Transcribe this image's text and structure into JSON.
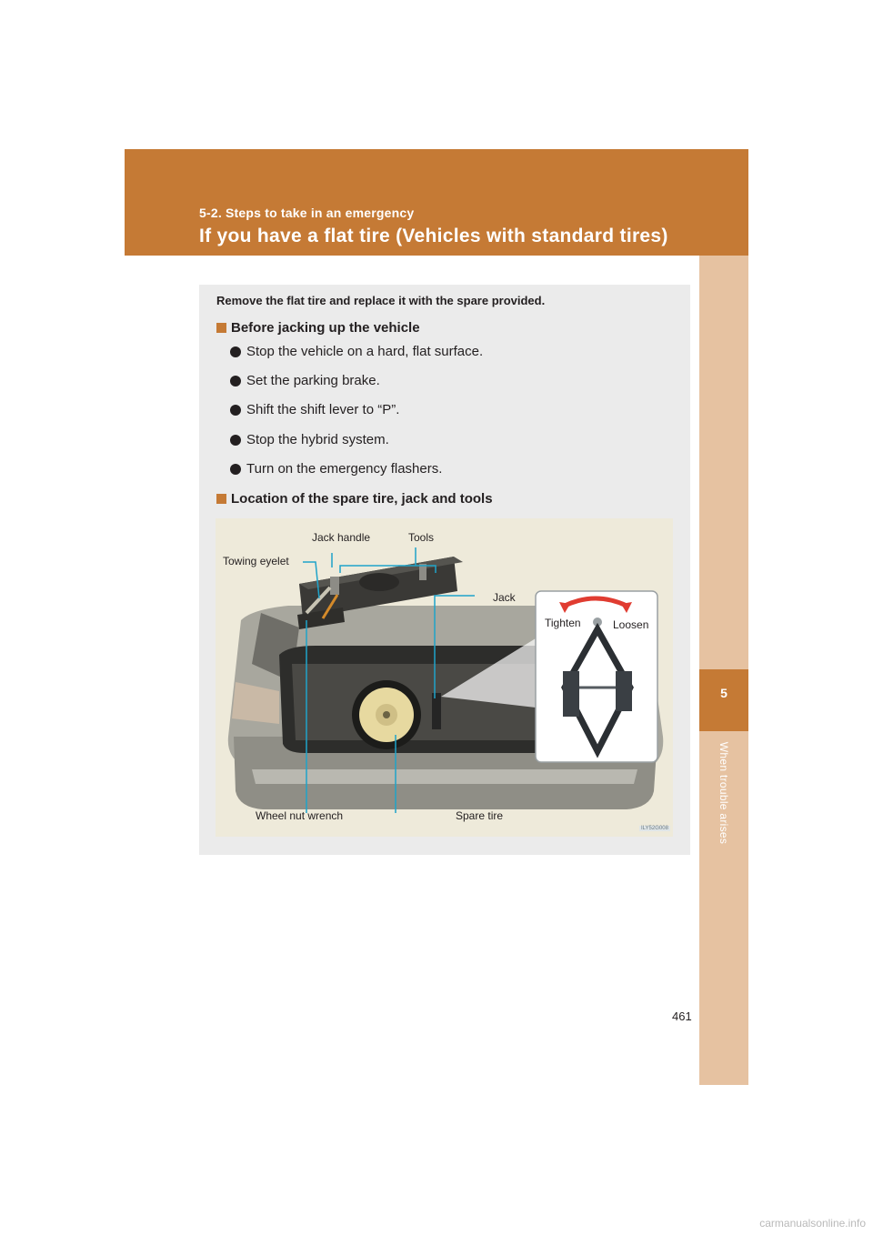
{
  "header": {
    "section": "5-2. Steps to take in an emergency",
    "title": "If you have a flat tire (Vehicles with standard tires)"
  },
  "side_tab": {
    "chapter_number": "5",
    "chapter_label": "When trouble arises"
  },
  "content": {
    "intro": "Remove the flat tire and replace it with the spare provided.",
    "section1": {
      "heading": "Before jacking up the vehicle",
      "bullets": [
        "Stop the vehicle on a hard, flat surface.",
        "Set the parking brake.",
        "Shift the shift lever to “P”.",
        "Stop the hybrid system.",
        "Turn on the emergency flashers."
      ]
    },
    "section2": {
      "heading": "Location of the spare tire, jack and tools"
    }
  },
  "figure": {
    "labels": {
      "jack_handle": "Jack handle",
      "tools": "Tools",
      "towing_eyelet": "Towing eyelet",
      "jack": "Jack",
      "tighten": "Tighten",
      "loosen": "Loosen",
      "wheel_nut_wrench": "Wheel nut wrench",
      "spare_tire": "Spare tire"
    },
    "code": "ILY52G008",
    "colors": {
      "callout_line": "#1fa3c9",
      "arrow": "#e03c31"
    }
  },
  "page_number": "461",
  "watermark": "carmanualsonline.info"
}
